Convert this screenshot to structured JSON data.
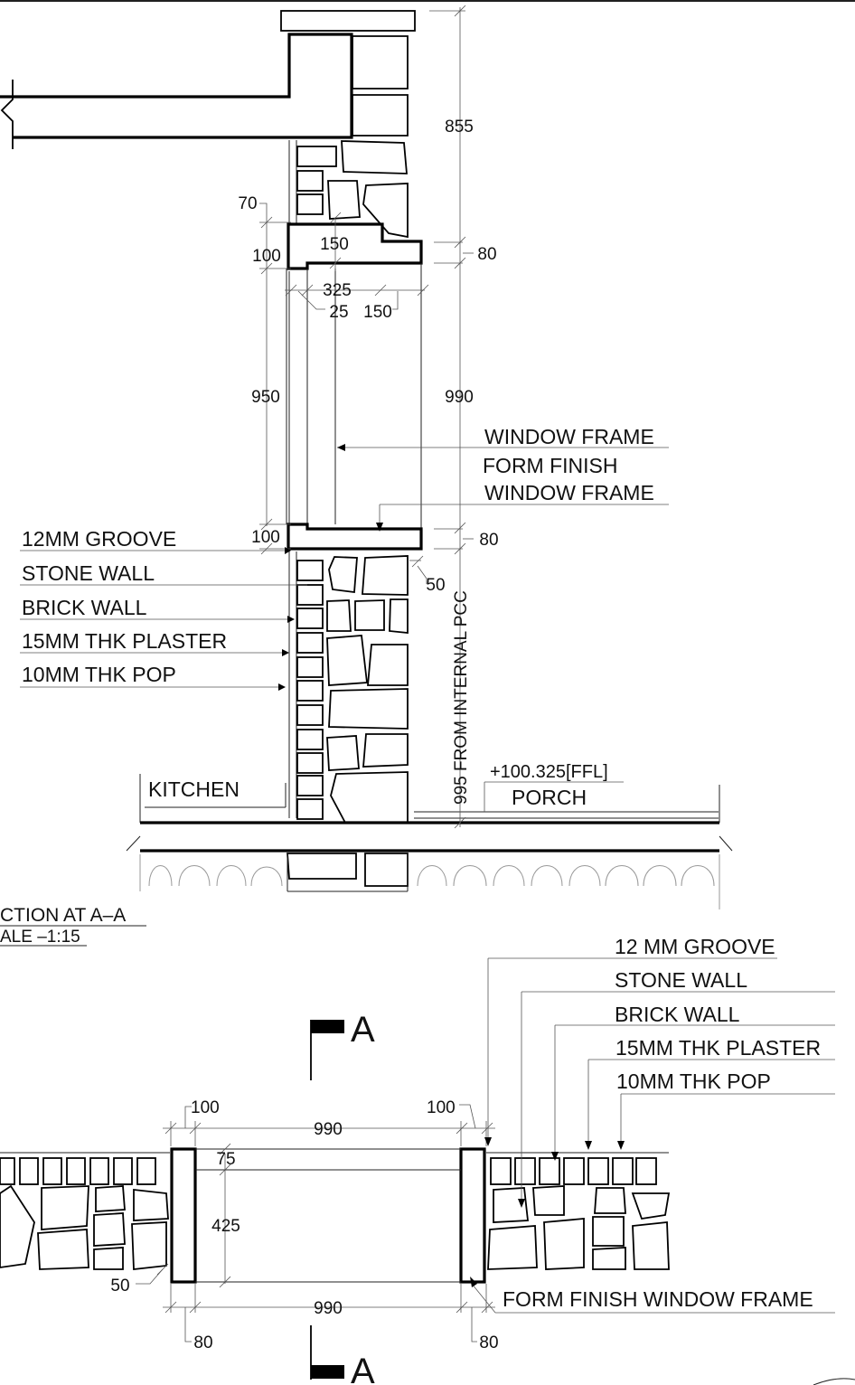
{
  "section": {
    "title": "CTION AT A–A",
    "scale": "ALE –1:15",
    "labels": {
      "groove": "12MM GROOVE",
      "stone_wall": "STONE WALL",
      "brick_wall": "BRICK WALL",
      "plaster": "15MM THK PLASTER",
      "pop": "10MM THK POP",
      "window_frame": "WINDOW FRAME",
      "form_finish": "FORM FINISH",
      "window_frame_2": "WINDOW FRAME",
      "kitchen": "KITCHEN",
      "porch": "PORCH",
      "ffl": "+100.325[FFL]",
      "pcc": "995 FROM INTERNAL PCC"
    },
    "dims": {
      "d855": "855",
      "d70": "70",
      "d100_top": "100",
      "d150_top": "150",
      "d80_top": "80",
      "d325": "325",
      "d25": "25",
      "d150_mid": "150",
      "d950": "950",
      "d990": "990",
      "d100_bot": "100",
      "d80_bot": "80",
      "d50": "50"
    }
  },
  "plan": {
    "section_mark": "A",
    "section_mark_bottom": "A",
    "labels": {
      "groove": "12 MM GROOVE",
      "stone_wall": "STONE WALL",
      "brick_wall": "BRICK WALL",
      "plaster": "15MM THK PLASTER",
      "pop": "10MM THK POP",
      "frame": "FORM FINISH WINDOW FRAME"
    },
    "dims": {
      "d100_left": "100",
      "d990_top": "990",
      "d100_right": "100",
      "d75": "75",
      "d425": "425",
      "d50": "50",
      "d990_bot": "990",
      "d80_left": "80",
      "d80_right": "80"
    }
  }
}
